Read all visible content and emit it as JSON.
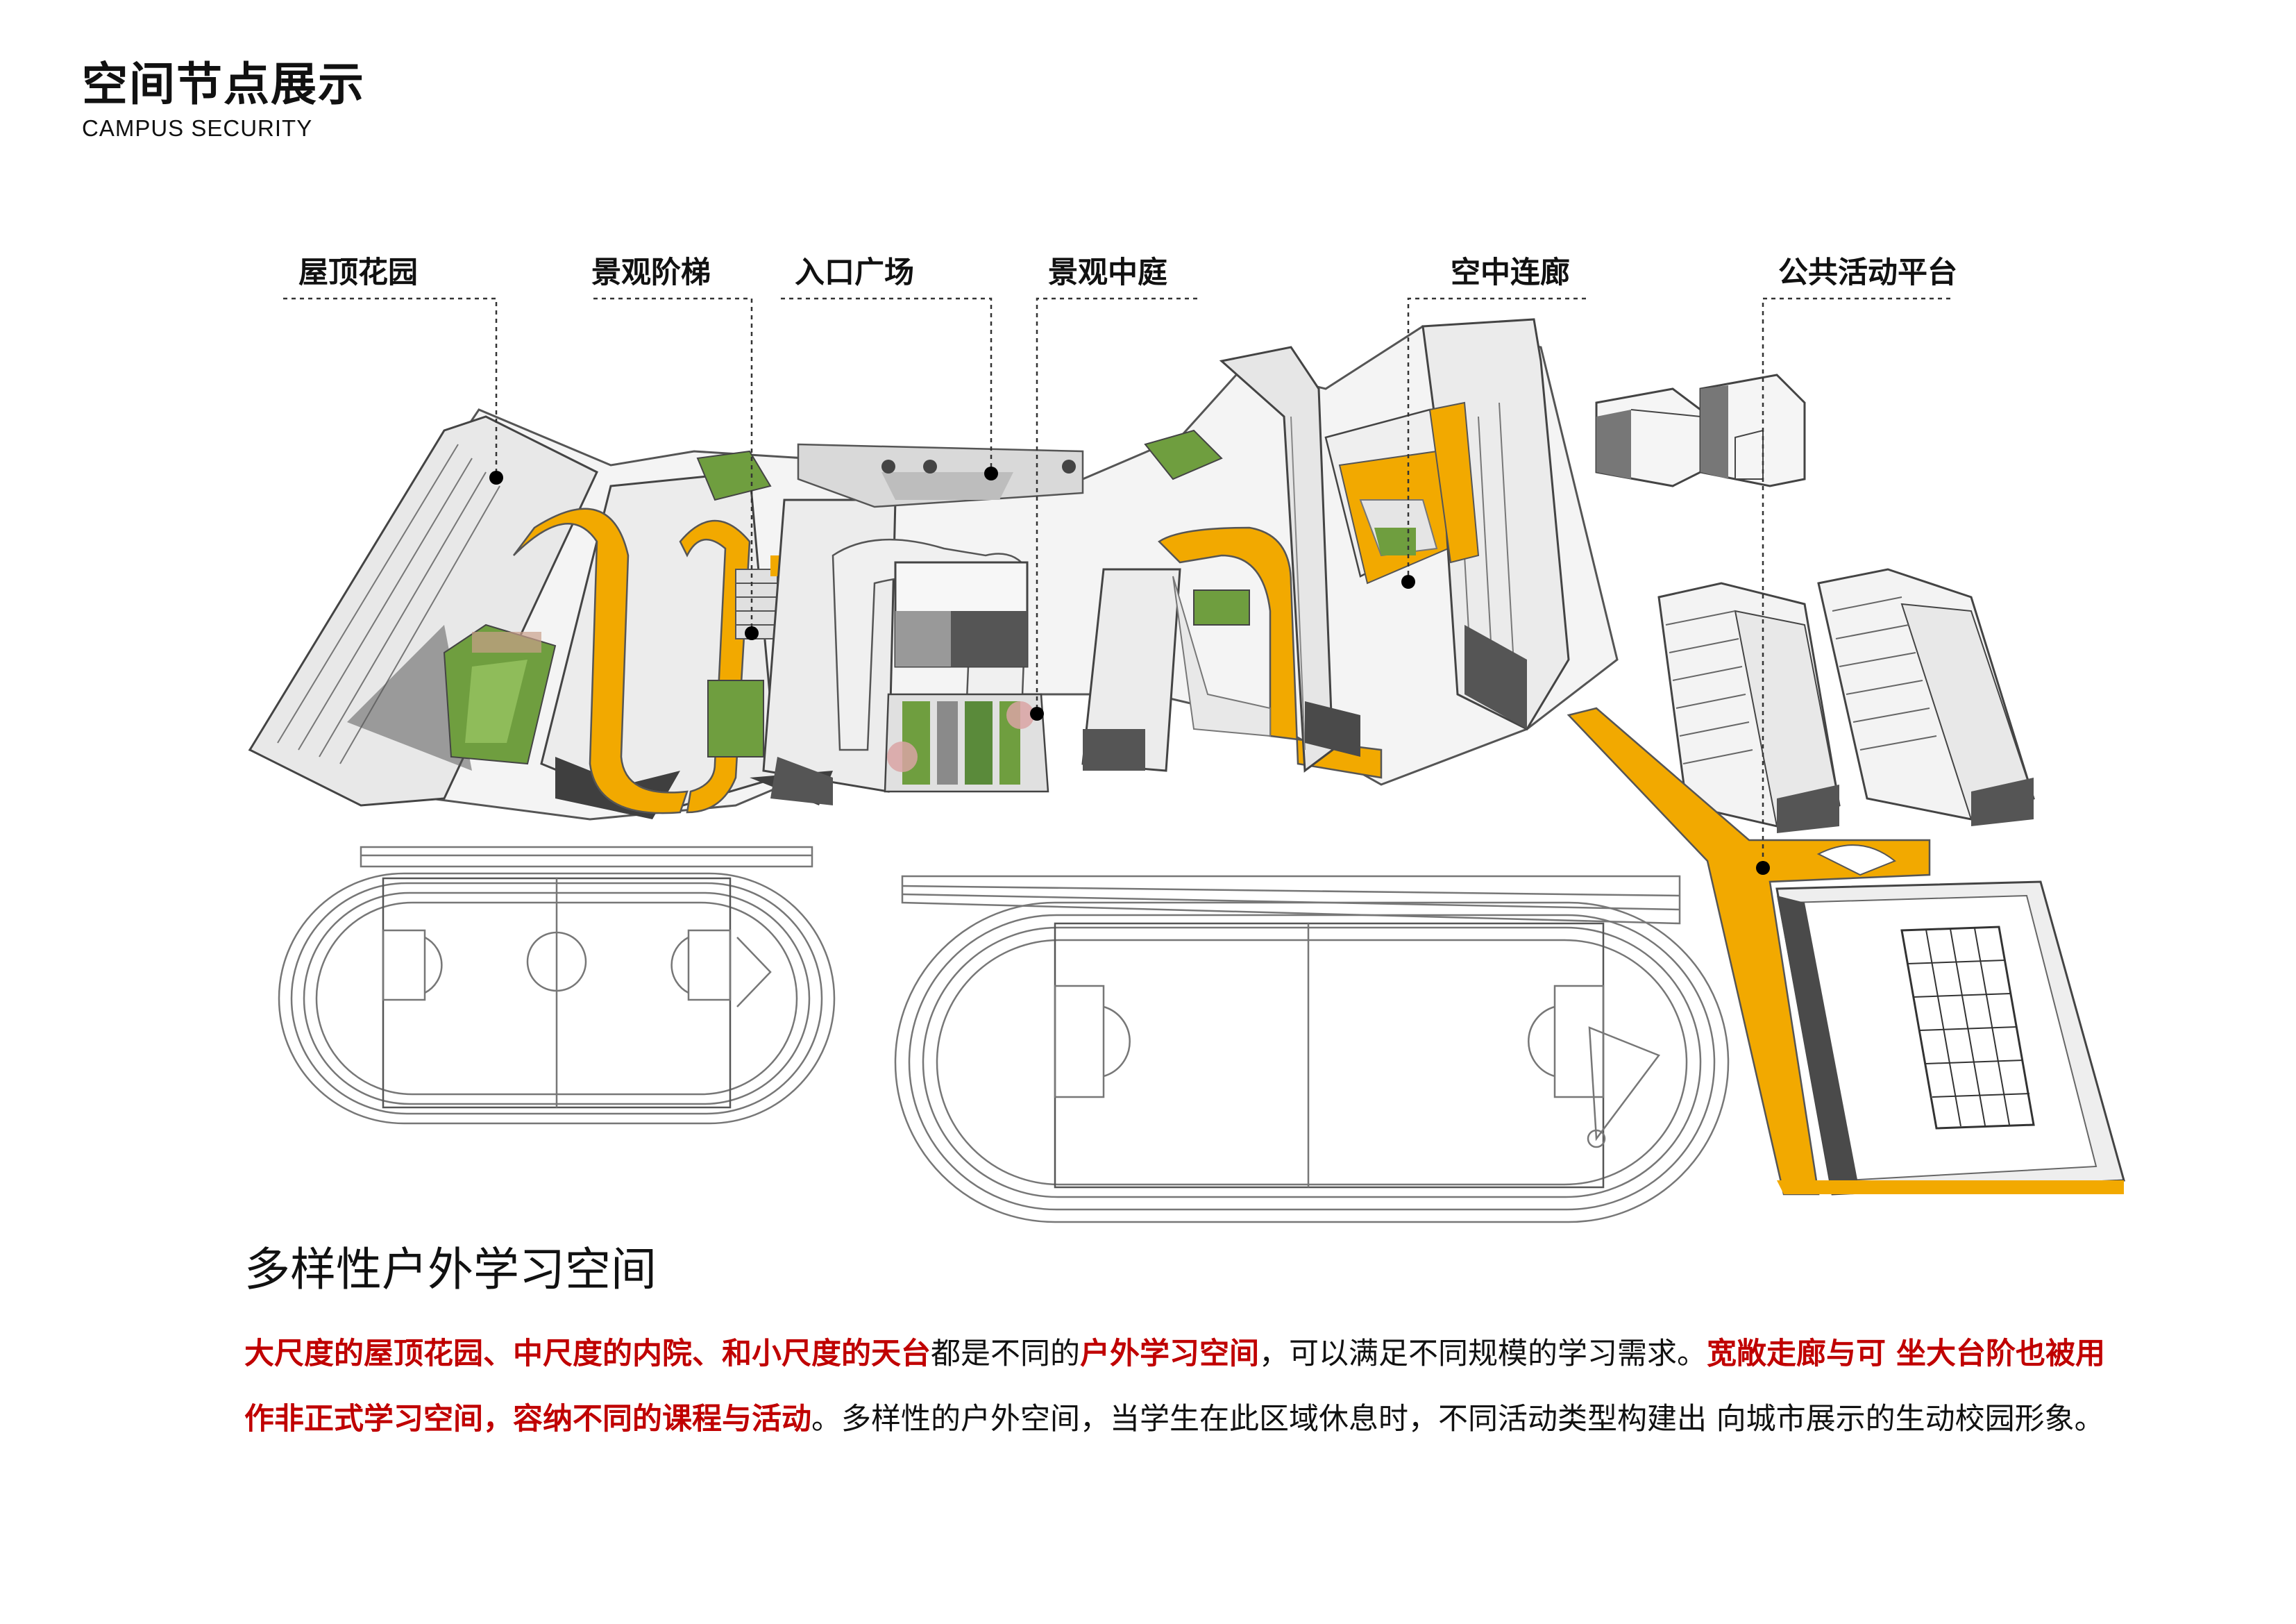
{
  "header": {
    "title": "空间节点展示",
    "subtitle": "CAMPUS SECURITY"
  },
  "callouts": [
    {
      "id": "rooftop-garden",
      "label": "屋顶花园"
    },
    {
      "id": "landscape-steps",
      "label": "景观阶梯"
    },
    {
      "id": "entrance-plaza",
      "label": "入口广场"
    },
    {
      "id": "landscape-courtyard",
      "label": "景观中庭"
    },
    {
      "id": "sky-corridor",
      "label": "空中连廊"
    },
    {
      "id": "public-platform",
      "label": "公共活动平台"
    }
  ],
  "section": {
    "heading": "多样性户外学习空间",
    "paragraph": [
      {
        "text": "大尺度的屋顶花园、中尺度的内院、和小尺度的天台",
        "highlight": true
      },
      {
        "text": "都是不同的",
        "highlight": false
      },
      {
        "text": "户外学习空间",
        "highlight": true
      },
      {
        "text": "，可以满足不同规模的学习需求。",
        "highlight": false
      },
      {
        "text": "宽敞走廊与可 坐大台阶也被用作非正式学习空间，容纳不同的课程与活动",
        "highlight": true
      },
      {
        "text": "。多样性的户外空间，当学生在此区域休息时，不同活动类型构建出 向城市展示的生动校园形象。",
        "highlight": false
      }
    ]
  },
  "colors": {
    "corridor": "#f2a900",
    "highlight_text": "#c00000",
    "green": "#5a8a3a",
    "building_gray": "#9a9a9a"
  }
}
